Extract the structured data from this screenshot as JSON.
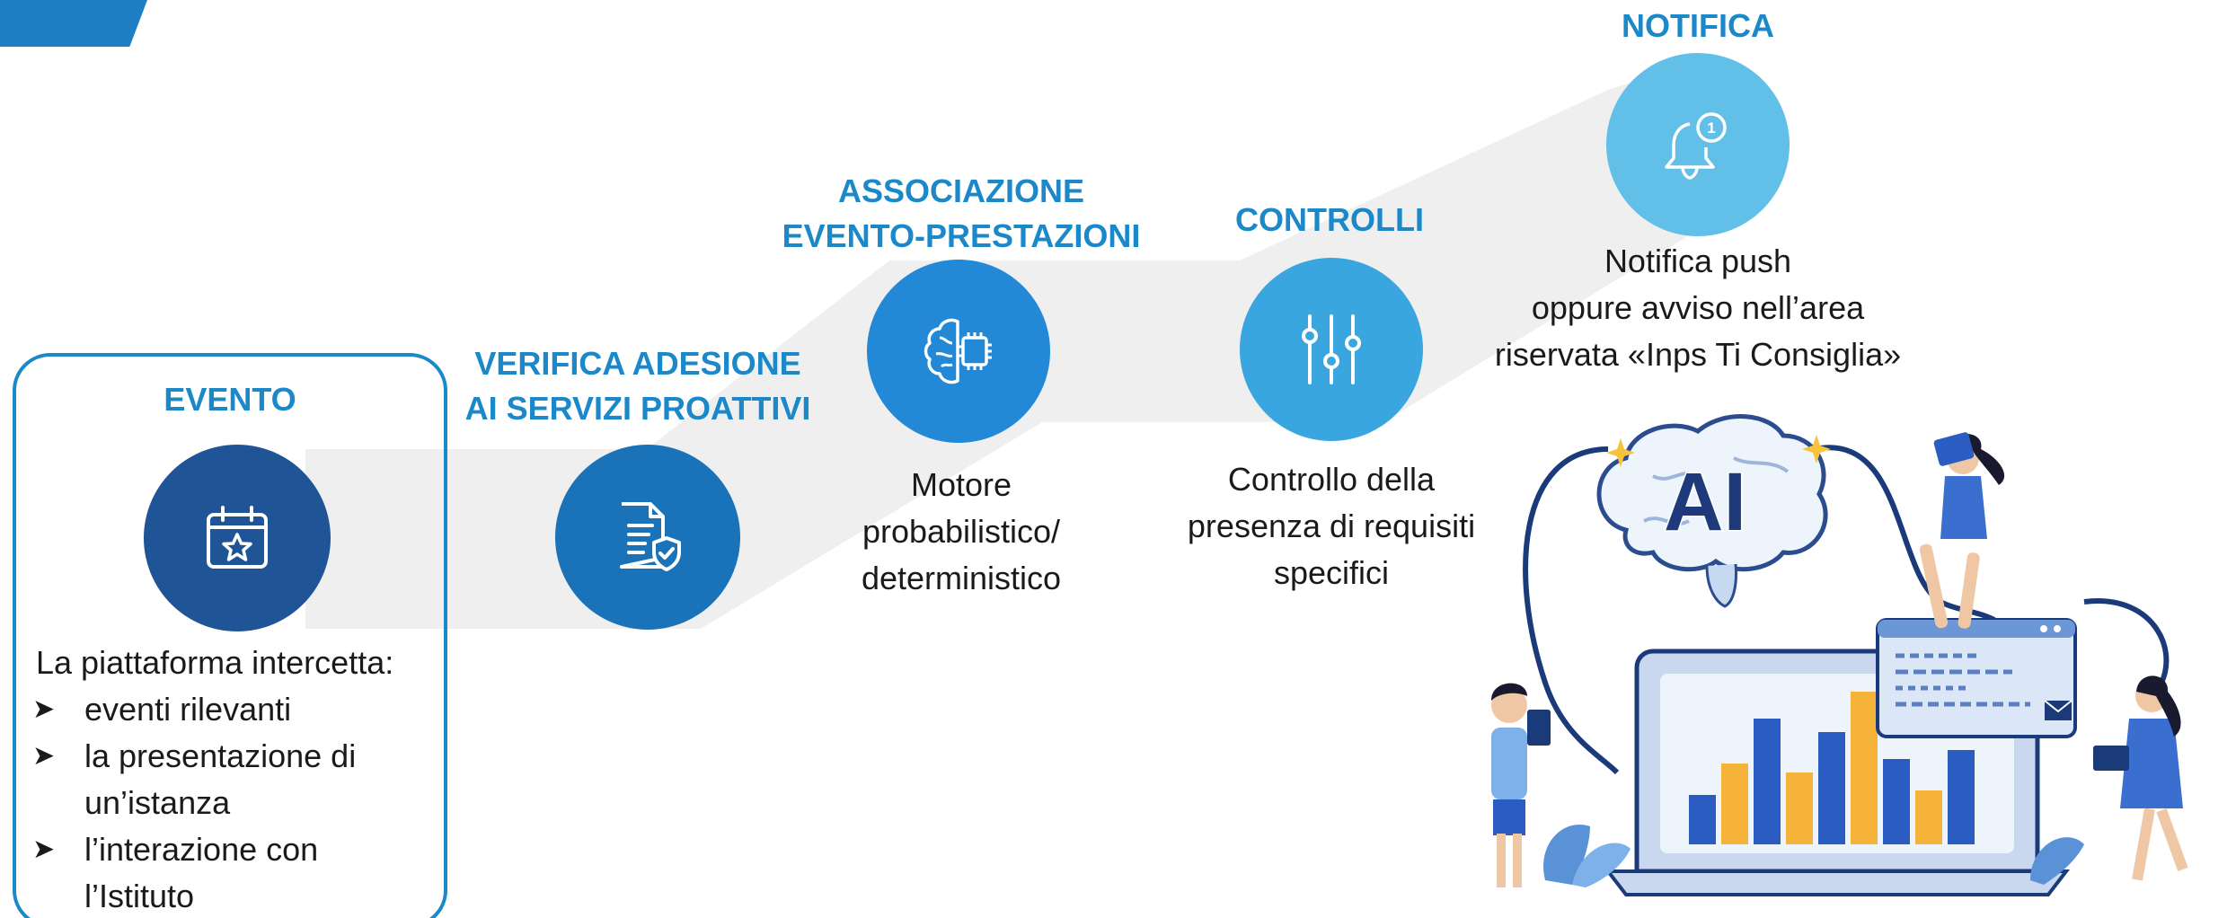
{
  "steps": [
    {
      "id": "evento",
      "title_lines": [
        "EVENTO"
      ],
      "icon": "calendar-star-icon",
      "intro": "La piattaforma intercetta:",
      "bullets": [
        "eventi rilevanti",
        "la presentazione di un’istanza",
        "l’interazione con l’Istituto"
      ]
    },
    {
      "id": "verifica",
      "title_lines": [
        "VERIFICA ADESIONE",
        "AI SERVIZI PROATTIVI"
      ],
      "icon": "document-shield-icon"
    },
    {
      "id": "associazione",
      "title_lines": [
        "ASSOCIAZIONE",
        "EVENTO-PRESTAZIONI"
      ],
      "icon": "brain-chip-icon",
      "desc_lines": [
        "Motore",
        "probabilistico/",
        "deterministico"
      ]
    },
    {
      "id": "controlli",
      "title_lines": [
        "CONTROLLI"
      ],
      "icon": "sliders-icon",
      "desc_lines": [
        "Controllo della",
        "presenza di requisiti",
        "specifici"
      ]
    },
    {
      "id": "notifica",
      "title_lines": [
        "NOTIFICA"
      ],
      "icon": "bell-notification-icon",
      "badge": "1",
      "desc_lines": [
        "Notifica push",
        "oppure avviso nell’area",
        "riservata «Inps Ti Consiglia»"
      ]
    }
  ],
  "illustration": {
    "brain_label": "AI"
  },
  "colors": {
    "title": "#1a88c9",
    "evento": "#1f5596",
    "verifica": "#1a72b8",
    "associazione": "#2388d6",
    "controlli": "#3aa6df",
    "notifica": "#62bfe8",
    "ribbon": "#efefef"
  }
}
